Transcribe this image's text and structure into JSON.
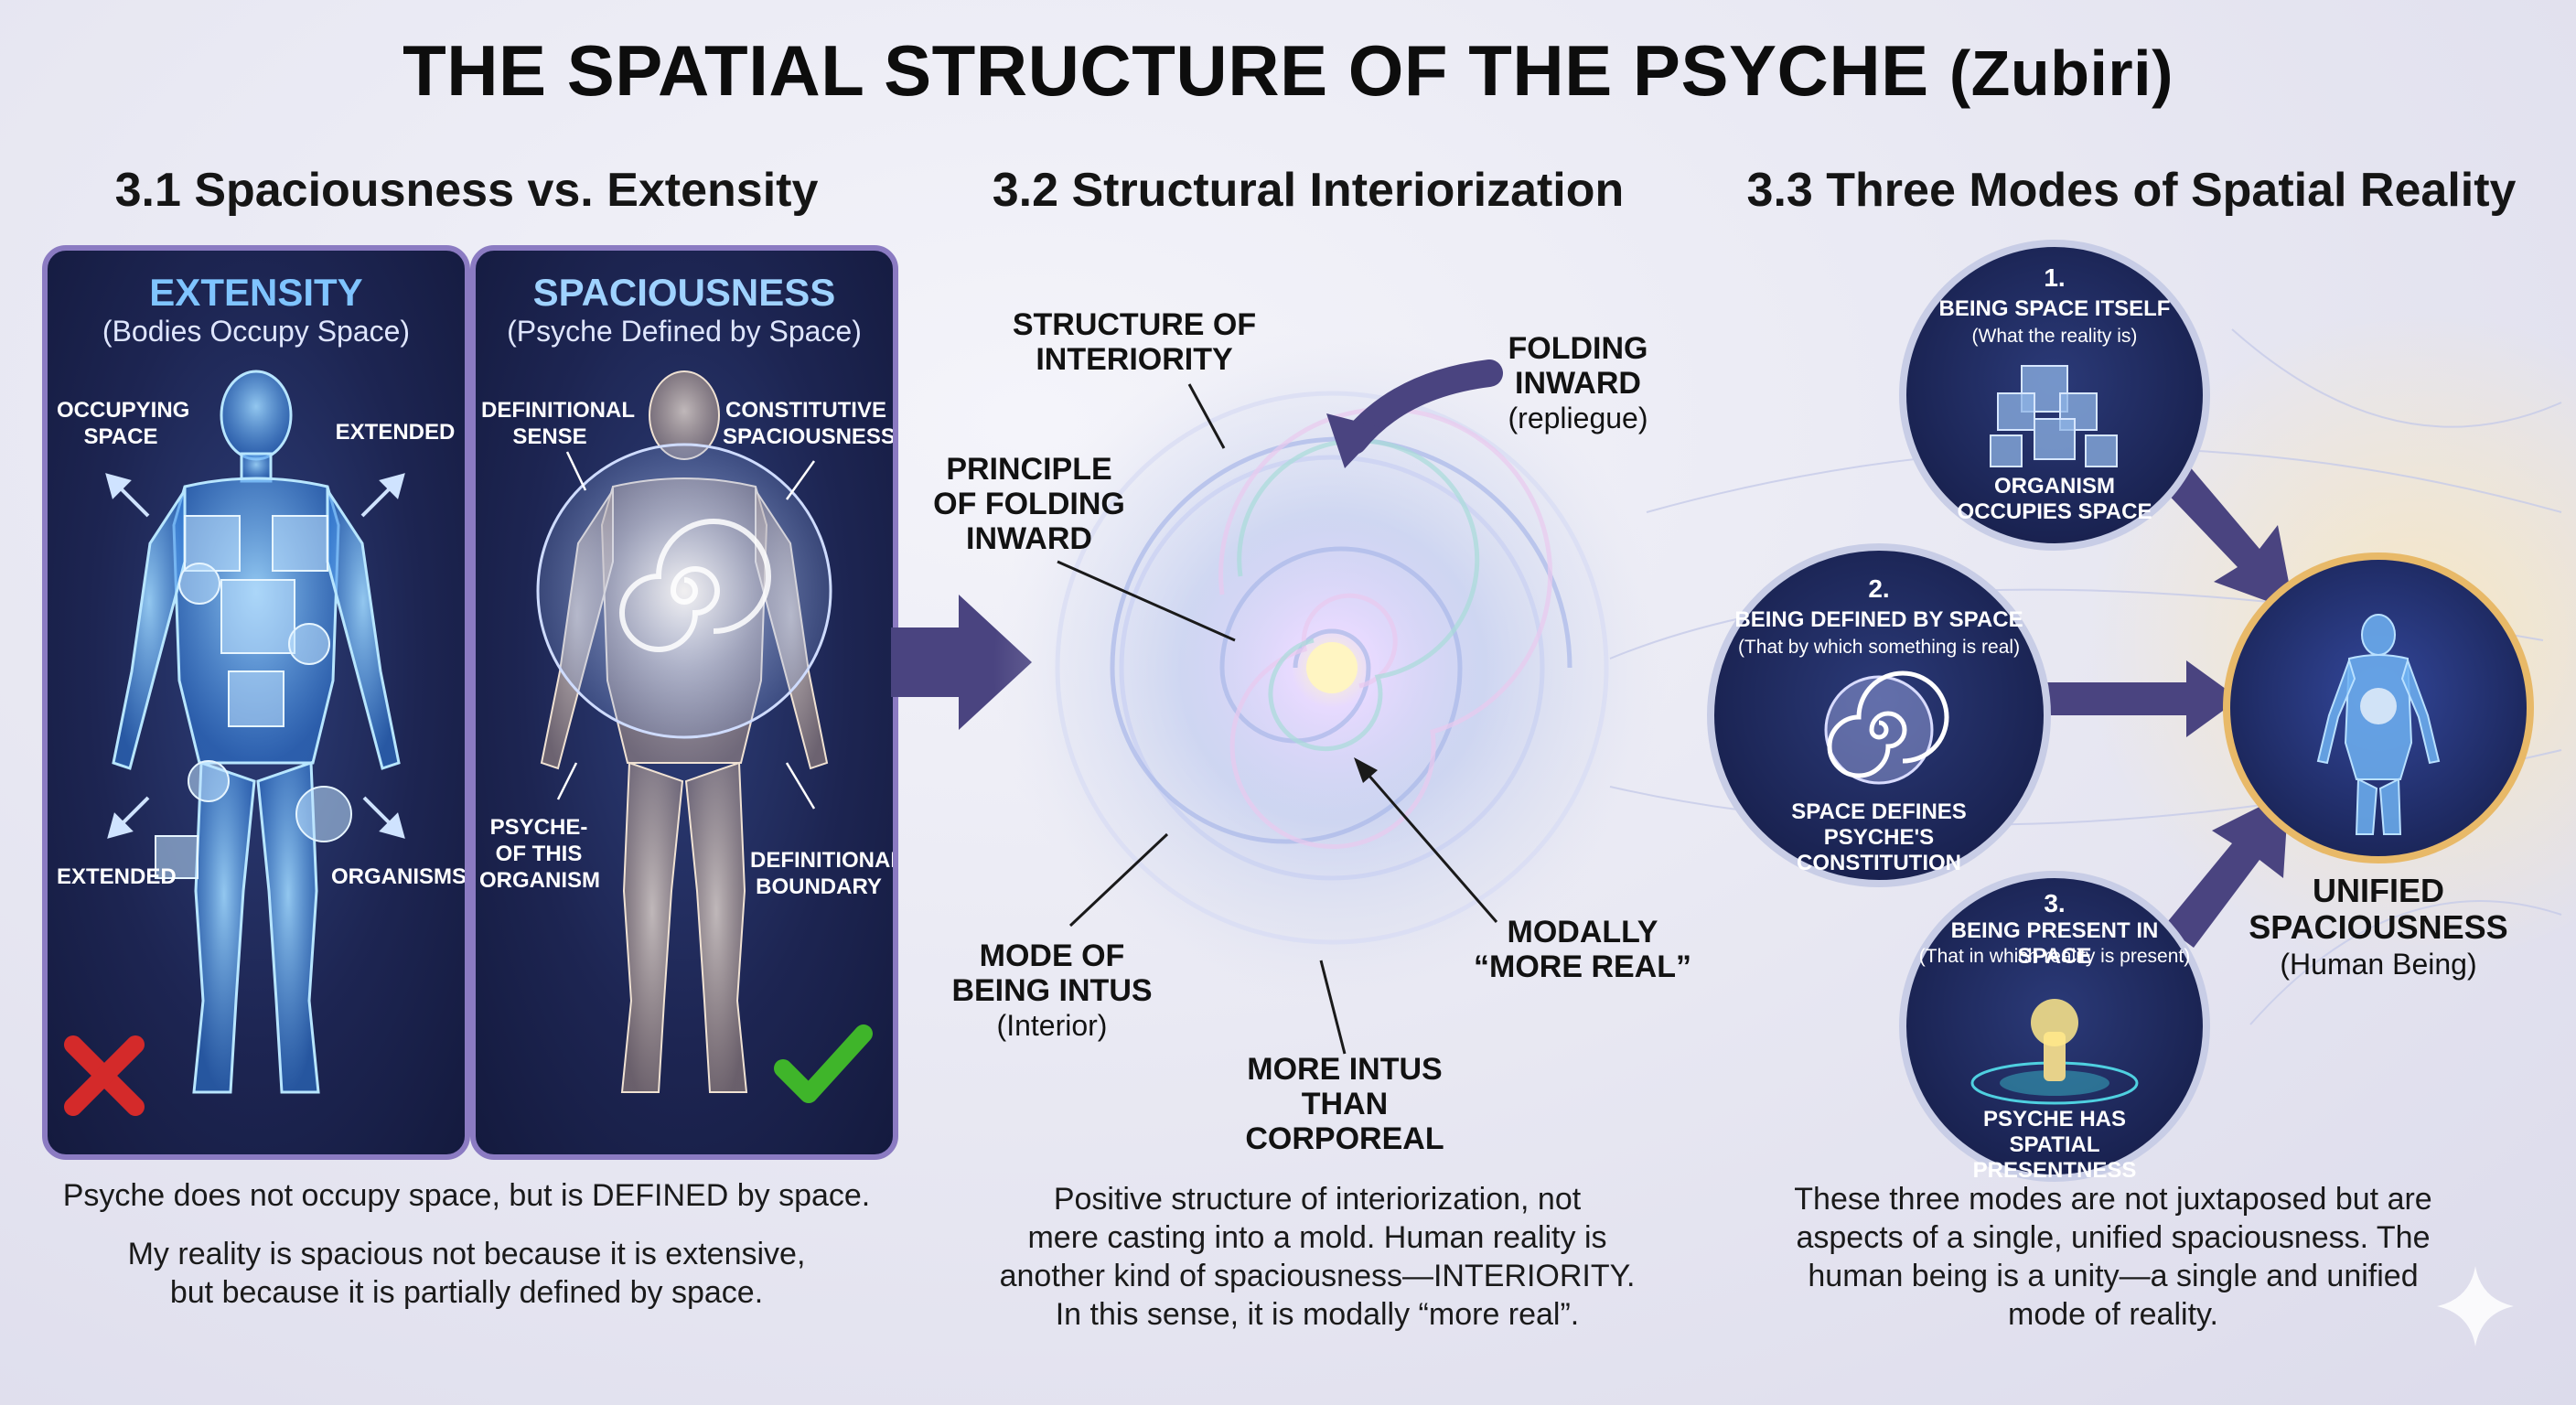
{
  "title": {
    "main": "THE SPATIAL STRUCTURE OF THE PSYCHE",
    "sub": "(Zubiri)"
  },
  "sections": [
    {
      "title": "3.1 Spaciousness vs. Extensity"
    },
    {
      "title": "3.2 Structural Interiorization"
    },
    {
      "title": "3.3 Three Modes of Spatial Reality"
    }
  ],
  "extensity_panel": {
    "heading": "EXTENSITY",
    "subheading": "(Bodies Occupy Space)",
    "labels": {
      "occupying_space": "OCCUPYING SPACE",
      "extended_top": "EXTENDED",
      "extended_bottom": "EXTENDED",
      "organisms": "ORGANISMS"
    },
    "verdict_icon": "red-x-icon"
  },
  "spaciousness_panel": {
    "heading": "SPACIOUSNESS",
    "subheading": "(Psyche Defined by Space)",
    "labels": {
      "definitional_sense": "DEFINITIONAL SENSE",
      "constitutive_spaciousness": "CONSTITUTIVE SPACIOUSNESS",
      "psyche_of_this_organism": "PSYCHE-OF THIS ORGANISM",
      "definitional_boundary": "DEFINITIONAL BOUNDARY"
    },
    "verdict_icon": "green-check-icon"
  },
  "section1_caption": {
    "line1": "Psyche does not occupy space, but is DEFINED by space.",
    "line2a": "My reality is spacious not because it is extensive,",
    "line2b": "but because it is partially defined by space."
  },
  "interiorization": {
    "structure_of_interiority": "STRUCTURE OF INTERIORITY",
    "folding_inward": "FOLDING INWARD",
    "folding_inward_note": "(repliegue)",
    "principle_of_folding_inward": "PRINCIPLE OF FOLDING INWARD",
    "mode_of_being_intus": "MODE OF BEING INTUS",
    "mode_of_being_intus_note": "(Interior)",
    "modally_more_real_a": "MODALLY",
    "modally_more_real_b": "“MORE REAL”",
    "more_intus": "MORE INTUS THAN CORPOREAL"
  },
  "section2_caption": {
    "l1": "Positive structure of interiorization, not",
    "l2": "mere casting into a mold. Human reality is",
    "l3": "another kind of spaciousness—INTERIORITY.",
    "l4": "In this sense, it is modally “more real”."
  },
  "modes": [
    {
      "number": "1.",
      "title": "BEING SPACE ITSELF",
      "note": "(What the reality is)",
      "footer": "ORGANISM OCCUPIES SPACE",
      "icon": "cubes-icon"
    },
    {
      "number": "2.",
      "title": "BEING DEFINED BY SPACE",
      "note": "(That by which something is real)",
      "footer": "SPACE DEFINES PSYCHE'S CONSTITUTION",
      "icon": "spiral-icon"
    },
    {
      "number": "3.",
      "title": "BEING PRESENT IN SPACE",
      "note": "(That in which reality is present)",
      "footer": "PSYCHE HAS SPATIAL PRESENTNESS",
      "icon": "beacon-icon"
    }
  ],
  "unified": {
    "title": "UNIFIED SPACIOUSNESS",
    "note": "(Human Being)"
  },
  "section3_caption": {
    "l1": "These three modes are not juxtaposed but are",
    "l2": "aspects of a single, unified spaciousness. The",
    "l3": "human being is a unity—a single and unified",
    "l4": "mode of reality."
  },
  "colors": {
    "panel_border": "#8b7bc2",
    "arrow": "#4a4480",
    "extensity_heading": "#7fc4ff",
    "x_red": "#d42a2a",
    "check_green": "#3fb52a"
  }
}
